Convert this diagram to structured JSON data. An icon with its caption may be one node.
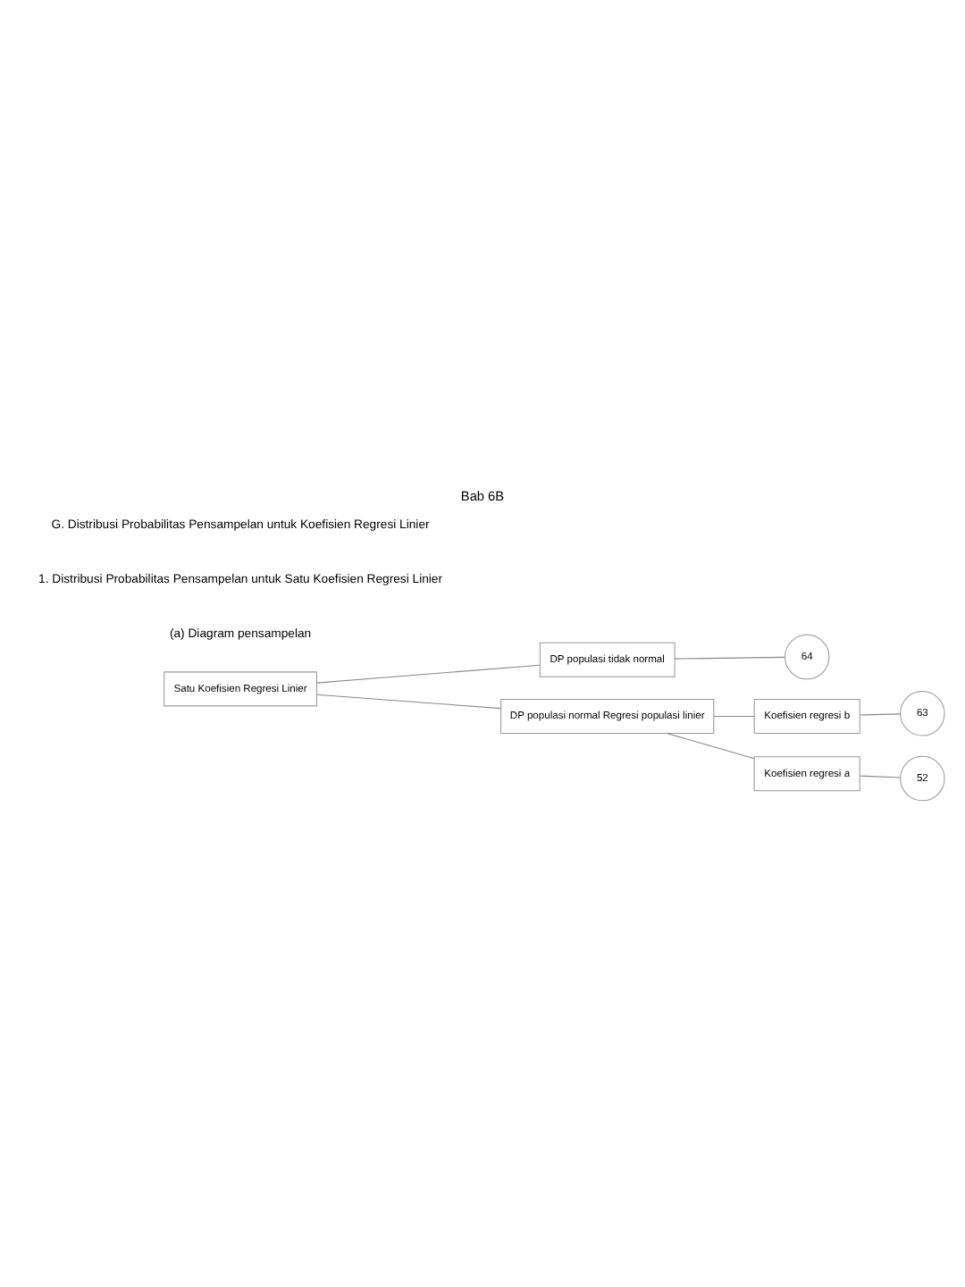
{
  "diagram": {
    "title": "Bab 6B",
    "nodes": [
      {
        "text": [
          "Satu Koefisien Regresi Linier"
        ]
      },
      {
        "text": [
          "DP populasi tidak normal"
        ]
      },
      {
        "text": [
          "64"
        ]
      },
      {
        "text": [
          "DP populasi normal Regresi populasi linier"
        ]
      },
      {
        "text": [
          "Koefisien regresi b"
        ]
      },
      {
        "text": [
          "63"
        ]
      },
      {
        "text": [
          "Koefisien regresi a"
        ]
      },
      {
        "text": [
          "52"
        ]
      }
    ],
    "edges": [
      {
        "from": 0,
        "to": 1,
        "arrow": "none"
      },
      {
        "from": 0,
        "to": 3,
        "arrow": "none"
      },
      {
        "from": 1,
        "to": 2,
        "arrow": "none"
      },
      {
        "from": 3,
        "to": 4,
        "arrow": "none"
      },
      {
        "from": 3,
        "to": 6,
        "arrow": "none"
      },
      {
        "from": 4,
        "to": 5,
        "arrow": "none"
      },
      {
        "from": 6,
        "to": 7,
        "arrow": "none"
      }
    ],
    "labels": [
      "G. Distribusi Probabilitas Pensampelan untuk Koefisien Regresi Linier",
      "1. Distribusi Probabilitas Pensampelan untuk Satu Koefisien Regresi Linier",
      "(a) Diagram pensampelan"
    ]
  }
}
